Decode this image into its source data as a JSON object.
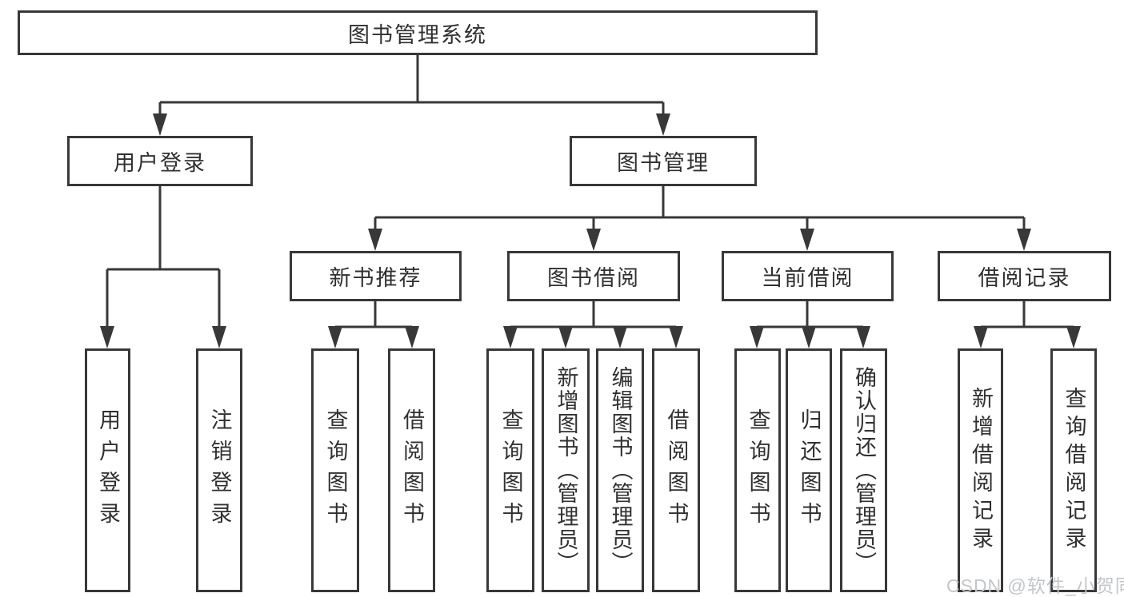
{
  "tree": {
    "root": {
      "label": "图书管理系统",
      "children": [
        {
          "label": "用户登录",
          "children": [
            {
              "label": "用户登录"
            },
            {
              "label": "注销登录"
            }
          ]
        },
        {
          "label": "图书管理",
          "children": [
            {
              "label": "新书推荐",
              "children": [
                {
                  "label": "查询图书"
                },
                {
                  "label": "借阅图书"
                }
              ]
            },
            {
              "label": "图书借阅",
              "children": [
                {
                  "label": "查询图书"
                },
                {
                  "label": "新增图书（管理员）"
                },
                {
                  "label": "编辑图书（管理员）"
                },
                {
                  "label": "借阅图书"
                }
              ]
            },
            {
              "label": "当前借阅",
              "children": [
                {
                  "label": "查询图书"
                },
                {
                  "label": "归还图书"
                },
                {
                  "label": "确认归还（管理员）"
                }
              ]
            },
            {
              "label": "借阅记录",
              "children": [
                {
                  "label": "新增借阅记录"
                },
                {
                  "label": "查询借阅记录"
                }
              ]
            }
          ]
        }
      ]
    }
  },
  "watermark": {
    "text": "CSDN @软件_小贺同学"
  },
  "colors": {
    "line": "#383838",
    "text": "#303030",
    "watermark": "#c3c6c9",
    "background": "#ffffff"
  }
}
